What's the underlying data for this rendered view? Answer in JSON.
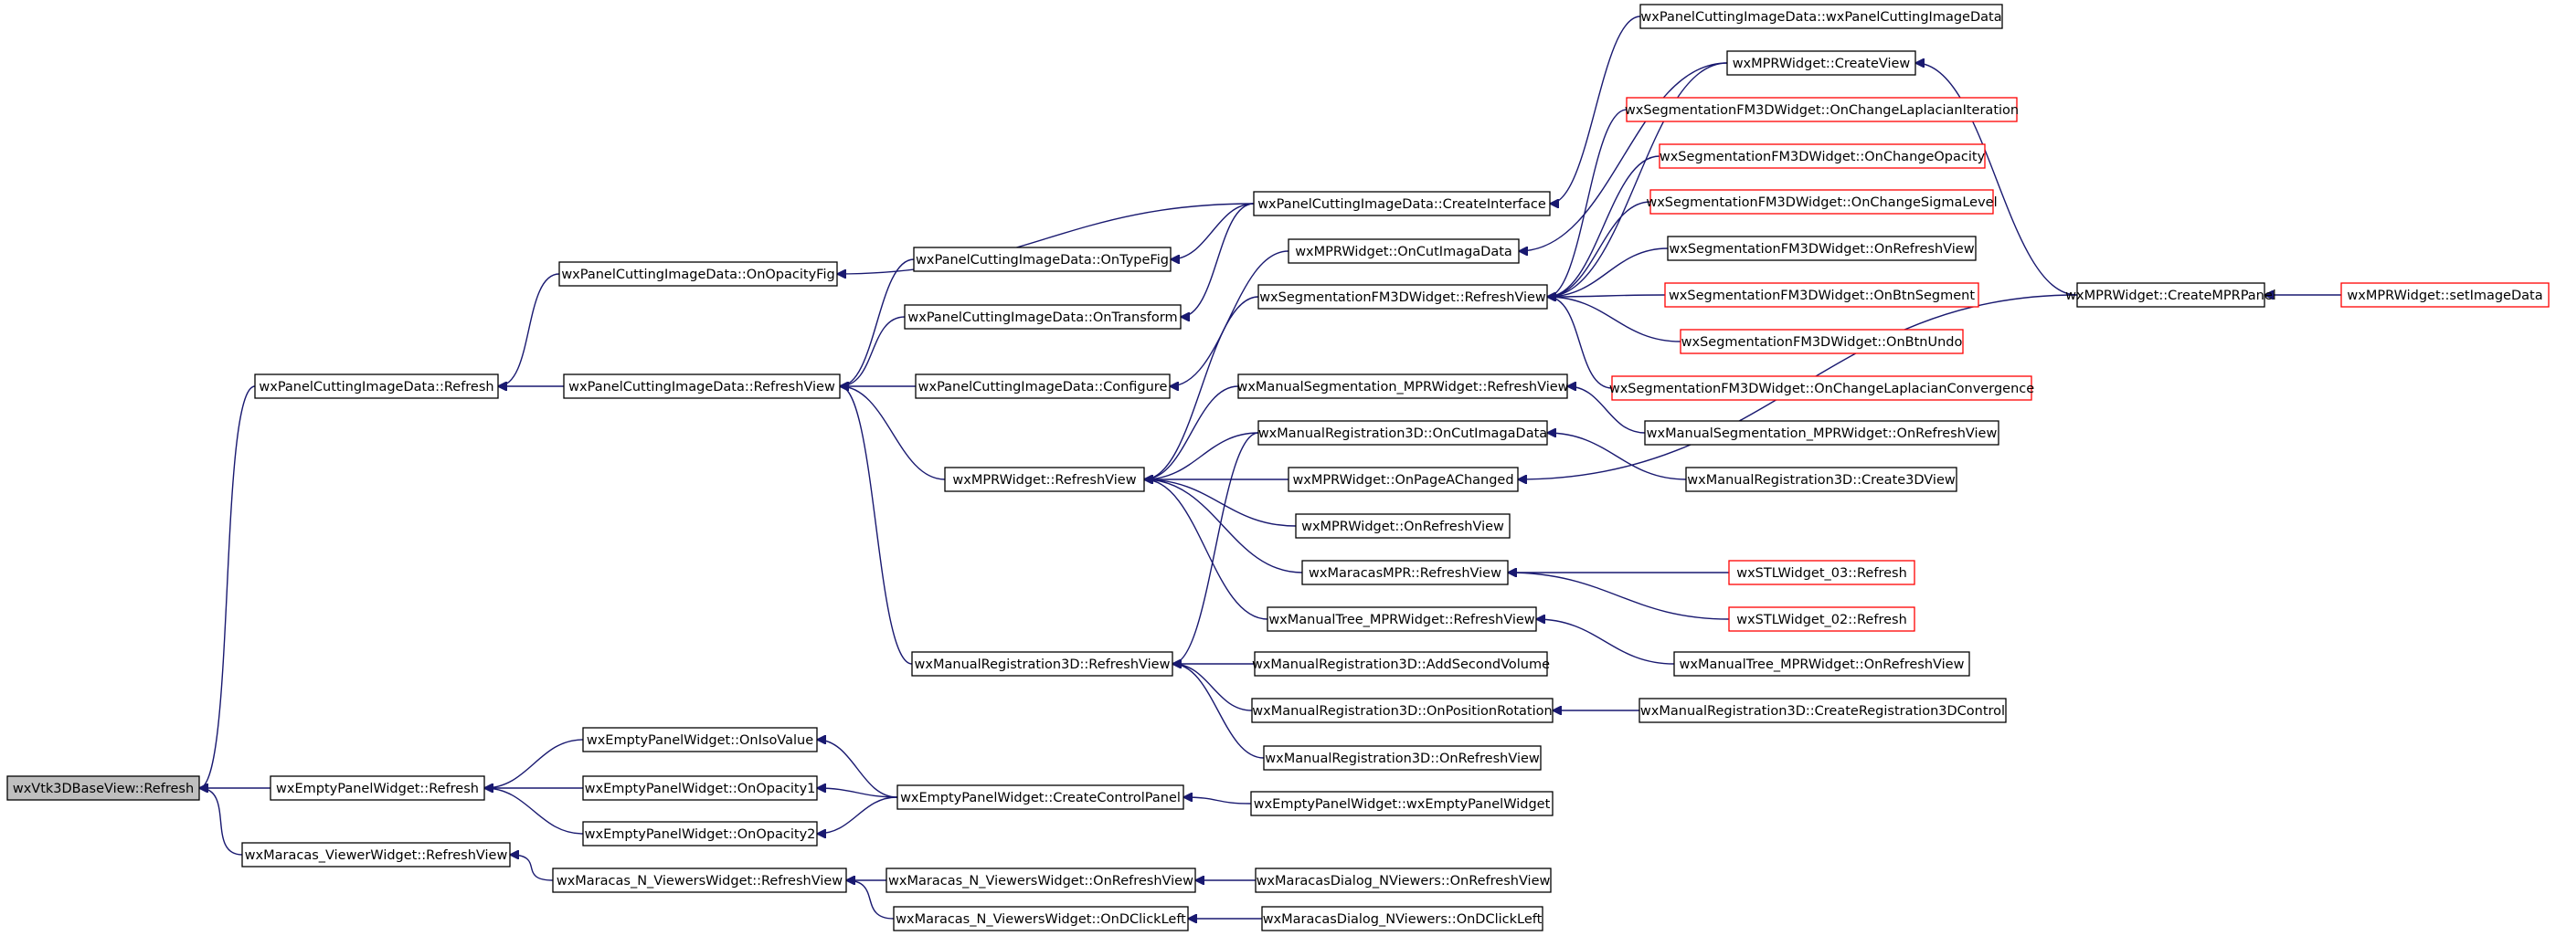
{
  "graph": {
    "nodes": [
      {
        "id": "n0",
        "label": "wxVtk3DBaseView::Refresh",
        "style": "root"
      },
      {
        "id": "n1",
        "label": "wxPanelCuttingImageData::Refresh",
        "style": "normal"
      },
      {
        "id": "n2",
        "label": "wxEmptyPanelWidget::Refresh",
        "style": "normal"
      },
      {
        "id": "n3",
        "label": "wxMaracas_ViewerWidget::RefreshView",
        "style": "normal"
      },
      {
        "id": "n4",
        "label": "wxPanelCuttingImageData::OnOpacityFig",
        "style": "normal"
      },
      {
        "id": "n5",
        "label": "wxPanelCuttingImageData::RefreshView",
        "style": "normal"
      },
      {
        "id": "n6",
        "label": "wxEmptyPanelWidget::OnIsoValue",
        "style": "normal"
      },
      {
        "id": "n7",
        "label": "wxEmptyPanelWidget::OnOpacity1",
        "style": "normal"
      },
      {
        "id": "n8",
        "label": "wxEmptyPanelWidget::OnOpacity2",
        "style": "normal"
      },
      {
        "id": "n9",
        "label": "wxMaracas_N_ViewersWidget::RefreshView",
        "style": "normal"
      },
      {
        "id": "n10",
        "label": "wxPanelCuttingImageData::OnTypeFig",
        "style": "normal"
      },
      {
        "id": "n11",
        "label": "wxPanelCuttingImageData::OnTransform",
        "style": "normal"
      },
      {
        "id": "n12",
        "label": "wxPanelCuttingImageData::Configure",
        "style": "normal"
      },
      {
        "id": "n13",
        "label": "wxMPRWidget::RefreshView",
        "style": "normal"
      },
      {
        "id": "n14",
        "label": "wxManualRegistration3D::RefreshView",
        "style": "normal"
      },
      {
        "id": "n15",
        "label": "wxEmptyPanelWidget::CreateControlPanel",
        "style": "normal"
      },
      {
        "id": "n16",
        "label": "wxMaracas_N_ViewersWidget::OnRefreshView",
        "style": "normal"
      },
      {
        "id": "n17",
        "label": "wxMaracas_N_ViewersWidget::OnDClickLeft",
        "style": "normal"
      },
      {
        "id": "n18",
        "label": "wxPanelCuttingImageData::CreateInterface",
        "style": "normal"
      },
      {
        "id": "n19",
        "label": "wxMPRWidget::OnCutImagaData",
        "style": "normal"
      },
      {
        "id": "n20",
        "label": "wxSegmentationFM3DWidget::RefreshView",
        "style": "normal"
      },
      {
        "id": "n21",
        "label": "wxManualSegmentation_MPRWidget::RefreshView",
        "style": "normal"
      },
      {
        "id": "n22",
        "label": "wxManualRegistration3D::OnCutImagaData",
        "style": "normal"
      },
      {
        "id": "n23",
        "label": "wxMPRWidget::OnPageAChanged",
        "style": "normal"
      },
      {
        "id": "n24",
        "label": "wxMPRWidget::OnRefreshView",
        "style": "normal"
      },
      {
        "id": "n25",
        "label": "wxMaracasMPR::RefreshView",
        "style": "normal"
      },
      {
        "id": "n26",
        "label": "wxManualTree_MPRWidget::RefreshView",
        "style": "normal"
      },
      {
        "id": "n27",
        "label": "wxManualRegistration3D::AddSecondVolume",
        "style": "normal"
      },
      {
        "id": "n28",
        "label": "wxManualRegistration3D::OnPositionRotation",
        "style": "normal"
      },
      {
        "id": "n29",
        "label": "wxManualRegistration3D::OnRefreshView",
        "style": "normal"
      },
      {
        "id": "n30",
        "label": "wxEmptyPanelWidget::wxEmptyPanelWidget",
        "style": "normal"
      },
      {
        "id": "n31",
        "label": "wxMaracasDialog_NViewers::OnRefreshView",
        "style": "normal"
      },
      {
        "id": "n32",
        "label": "wxMaracasDialog_NViewers::OnDClickLeft",
        "style": "normal"
      },
      {
        "id": "n33",
        "label": "wxPanelCuttingImageData::wxPanelCuttingImageData",
        "style": "normal"
      },
      {
        "id": "n34",
        "label": "wxMPRWidget::CreateView",
        "style": "normal"
      },
      {
        "id": "n35",
        "label": "wxSegmentationFM3DWidget::OnChangeLaplacianIteration",
        "style": "truncated"
      },
      {
        "id": "n36",
        "label": "wxSegmentationFM3DWidget::OnChangeOpacity",
        "style": "truncated"
      },
      {
        "id": "n37",
        "label": "wxSegmentationFM3DWidget::OnChangeSigmaLevel",
        "style": "truncated"
      },
      {
        "id": "n38",
        "label": "wxSegmentationFM3DWidget::OnRefreshView",
        "style": "normal"
      },
      {
        "id": "n39",
        "label": "wxSegmentationFM3DWidget::OnBtnSegment",
        "style": "truncated"
      },
      {
        "id": "n40",
        "label": "wxSegmentationFM3DWidget::OnBtnUndo",
        "style": "truncated"
      },
      {
        "id": "n41",
        "label": "wxSegmentationFM3DWidget::OnChangeLaplacianConvergence",
        "style": "truncated"
      },
      {
        "id": "n42",
        "label": "wxManualSegmentation_MPRWidget::OnRefreshView",
        "style": "normal"
      },
      {
        "id": "n43",
        "label": "wxManualRegistration3D::Create3DView",
        "style": "normal"
      },
      {
        "id": "n44",
        "label": "wxSTLWidget_03::Refresh",
        "style": "truncated"
      },
      {
        "id": "n45",
        "label": "wxSTLWidget_02::Refresh",
        "style": "truncated"
      },
      {
        "id": "n46",
        "label": "wxManualTree_MPRWidget::OnRefreshView",
        "style": "normal"
      },
      {
        "id": "n47",
        "label": "wxManualRegistration3D::CreateRegistration3DControl",
        "style": "normal"
      },
      {
        "id": "n48",
        "label": "wxMPRWidget::CreateMPRPanel",
        "style": "normal"
      },
      {
        "id": "n49",
        "label": "wxMPRWidget::setImageData",
        "style": "truncated"
      }
    ],
    "edges": [
      [
        "n1",
        "n0"
      ],
      [
        "n2",
        "n0"
      ],
      [
        "n3",
        "n0"
      ],
      [
        "n4",
        "n1"
      ],
      [
        "n5",
        "n1"
      ],
      [
        "n6",
        "n2"
      ],
      [
        "n7",
        "n2"
      ],
      [
        "n8",
        "n2"
      ],
      [
        "n9",
        "n3"
      ],
      [
        "n18",
        "n4"
      ],
      [
        "n10",
        "n5"
      ],
      [
        "n11",
        "n5"
      ],
      [
        "n12",
        "n5"
      ],
      [
        "n13",
        "n5"
      ],
      [
        "n14",
        "n5"
      ],
      [
        "n15",
        "n6"
      ],
      [
        "n15",
        "n7"
      ],
      [
        "n15",
        "n8"
      ],
      [
        "n16",
        "n9"
      ],
      [
        "n17",
        "n9"
      ],
      [
        "n18",
        "n10"
      ],
      [
        "n18",
        "n11"
      ],
      [
        "n19",
        "n12"
      ],
      [
        "n20",
        "n13"
      ],
      [
        "n21",
        "n13"
      ],
      [
        "n22",
        "n13"
      ],
      [
        "n23",
        "n13"
      ],
      [
        "n24",
        "n13"
      ],
      [
        "n25",
        "n13"
      ],
      [
        "n26",
        "n13"
      ],
      [
        "n22",
        "n14"
      ],
      [
        "n27",
        "n14"
      ],
      [
        "n28",
        "n14"
      ],
      [
        "n29",
        "n14"
      ],
      [
        "n30",
        "n15"
      ],
      [
        "n31",
        "n16"
      ],
      [
        "n32",
        "n17"
      ],
      [
        "n33",
        "n18"
      ],
      [
        "n34",
        "n19"
      ],
      [
        "n34",
        "n20"
      ],
      [
        "n35",
        "n20"
      ],
      [
        "n36",
        "n20"
      ],
      [
        "n37",
        "n20"
      ],
      [
        "n38",
        "n20"
      ],
      [
        "n39",
        "n20"
      ],
      [
        "n40",
        "n20"
      ],
      [
        "n41",
        "n20"
      ],
      [
        "n42",
        "n21"
      ],
      [
        "n43",
        "n22"
      ],
      [
        "n48",
        "n23"
      ],
      [
        "n44",
        "n25"
      ],
      [
        "n45",
        "n25"
      ],
      [
        "n46",
        "n26"
      ],
      [
        "n47",
        "n28"
      ],
      [
        "n48",
        "n34"
      ],
      [
        "n49",
        "n48"
      ]
    ],
    "colors": {
      "edge": "#191970",
      "node_border": "#000000",
      "truncated_border": "#ff0000",
      "root_fill": "#bfbfbf",
      "node_fill": "#ffffff"
    }
  }
}
